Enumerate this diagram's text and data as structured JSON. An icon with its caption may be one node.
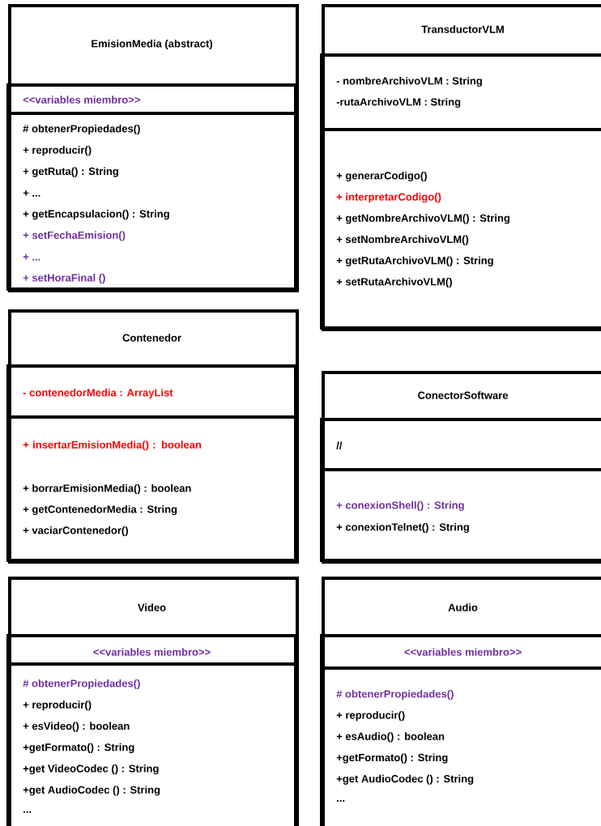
{
  "diagram": {
    "nodes": [
      {
        "text": [
          "EmisionMedia (abstract)"
        ]
      },
      {
        "text": [
          "<<variables miembro>>"
        ],
        "in": 0
      },
      {
        "text": [
          "# obtenerPropiedades()",
          "+ reproducir()",
          "+ getRuta() : String",
          "+ ...",
          "+ getEncapsulacion() : String",
          "+ setFechaEmision()",
          "+ ...",
          "+ setHoraFinal ()"
        ],
        "in": 0
      },
      {
        "text": [
          "TransductorVLM"
        ]
      },
      {
        "text": [
          "- nombreArchivoVLM : String",
          "-rutaArchivoVLM : String"
        ],
        "in": 3
      },
      {
        "text": [
          "+ generarCodigo()",
          "+ interpretarCodigo()",
          "+ getNombreArchivoVLM() : String",
          "+ setNombreArchivoVLM()",
          "+ getRutaArchivoVLM() : String",
          "+ setRutaArchivoVLM()"
        ],
        "in": 3
      },
      {
        "text": [
          "Contenedor"
        ]
      },
      {
        "text": [
          "- contenedorMedia : ArrayList"
        ],
        "in": 6
      },
      {
        "text": [
          "+ insertarEmisionMedia() : boolean",
          "+ borrarEmisionMedia() : boolean",
          "+ getContenedorMedia : String",
          "+ vaciarContenedor()"
        ],
        "in": 6
      },
      {
        "text": [
          "ConectorSoftware"
        ]
      },
      {
        "text": [
          "//"
        ],
        "in": 9
      },
      {
        "text": [
          "+ conexionShell() : String",
          "+ conexionTelnet() : String"
        ],
        "in": 9
      },
      {
        "text": [
          "Video"
        ]
      },
      {
        "text": [
          "<<variables miembro>>"
        ],
        "in": 12
      },
      {
        "text": [
          "# obtenerPropiedades()",
          "+ reproducir()",
          "+ esVideo() : boolean",
          "+getFormato() : String",
          "+get VideoCodec () : String",
          "+get AudioCodec () : String",
          "..."
        ],
        "in": 12
      },
      {
        "text": [
          "Audio"
        ]
      },
      {
        "text": [
          "<<variables miembro>>"
        ],
        "in": 15
      },
      {
        "text": [
          "# obtenerPropiedades()",
          "+ reproducir()",
          "+ esAudio() : boolean",
          "+getFormato() : String",
          "+get AudioCodec () : String",
          "..."
        ],
        "in": 15
      }
    ]
  }
}
